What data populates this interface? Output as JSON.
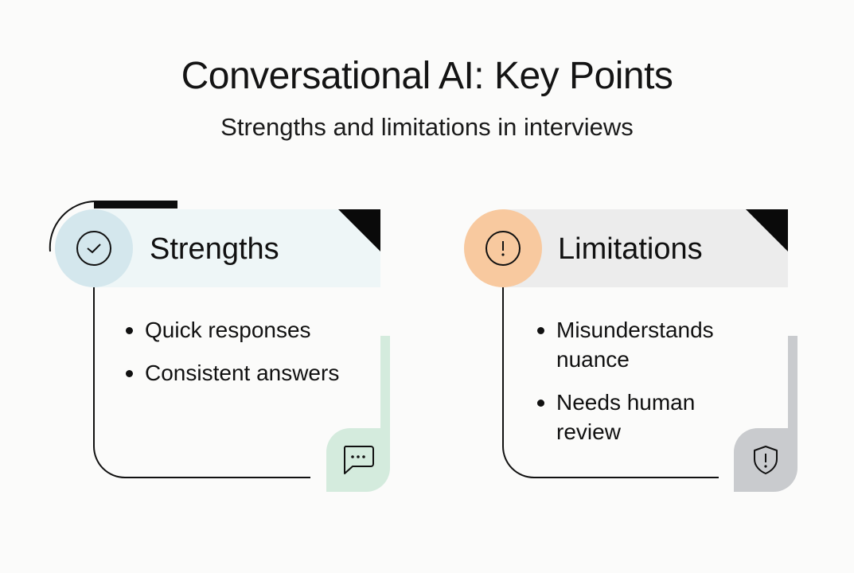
{
  "header": {
    "title": "Conversational AI: Key Points",
    "subtitle": "Strengths and limitations in interviews"
  },
  "cards": [
    {
      "heading": "Strengths",
      "icon": "check-circle-icon",
      "corner_icon": "chat-bubble-icon",
      "points": [
        "Quick responses",
        "Consistent answers"
      ],
      "colors": {
        "circle": "#d4e7ed",
        "band": "#eef6f7",
        "tab": "#d4ebdd"
      }
    },
    {
      "heading": "Limitations",
      "icon": "exclamation-circle-icon",
      "corner_icon": "shield-alert-icon",
      "points": [
        "Misunderstands nuance",
        "Needs human review"
      ],
      "colors": {
        "circle": "#f8c99f",
        "band": "#ececec",
        "tab": "#c9cbce"
      }
    }
  ]
}
